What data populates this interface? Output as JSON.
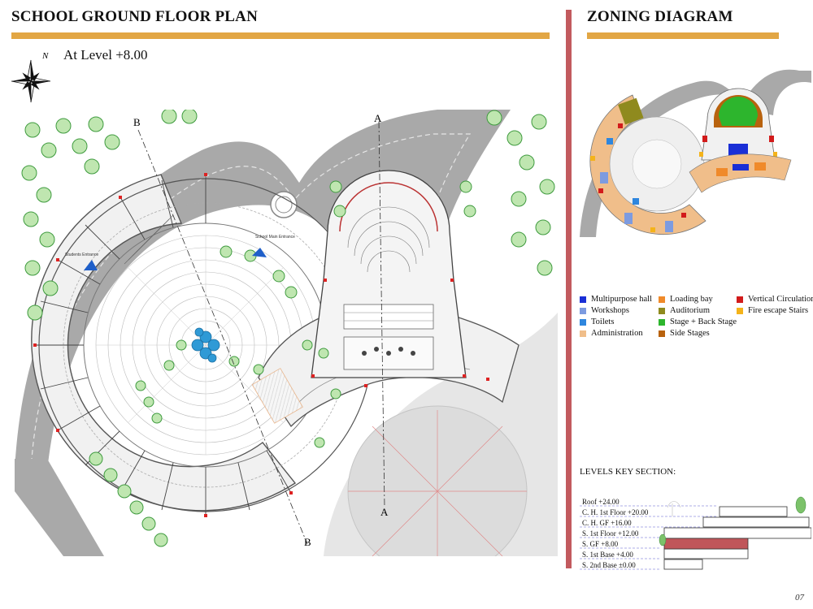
{
  "left": {
    "title": "SCHOOL GROUND FLOOR PLAN",
    "level": "At Level  +8.00",
    "compass_label": "N",
    "section_marks": [
      "A",
      "A",
      "B",
      "B"
    ],
    "tags": [
      "Students Entrance",
      "School Main Entrance"
    ]
  },
  "right": {
    "title": "ZONING DIAGRAM",
    "legend": [
      {
        "label": "Multipurpose hall",
        "color": "#1A2FD6"
      },
      {
        "label": "Workshops",
        "color": "#7D9BE0"
      },
      {
        "label": "Toilets",
        "color": "#2E86DE"
      },
      {
        "label": "Administration",
        "color": "#F0BE8A"
      },
      {
        "label": "Loading bay",
        "color": "#F08A2A"
      },
      {
        "label": "Auditorium",
        "color": "#8F8A1E"
      },
      {
        "label": "Stage + Back Stage",
        "color": "#2DB52D"
      },
      {
        "label": "Side Stages",
        "color": "#B8620E"
      },
      {
        "label": "Vertical Circulation",
        "color": "#D21B1B"
      },
      {
        "label": "Fire escape Stairs",
        "color": "#F4B31A"
      }
    ],
    "levels_title": "LEVELS KEY SECTION:",
    "levels": [
      {
        "label": "Roof   +24.00"
      },
      {
        "label": "C. H. 1st Floor    +20.00"
      },
      {
        "label": "C. H. GF    +16.00"
      },
      {
        "label": "S. 1st Floor    +12.00"
      },
      {
        "label": "S. GF    +8.00",
        "highlight": true
      },
      {
        "label": "S. 1st Base    +4.00"
      },
      {
        "label": "S. 2nd Base    ±0.00"
      }
    ],
    "highlight_color": "#C0565A"
  },
  "page_number": "07"
}
